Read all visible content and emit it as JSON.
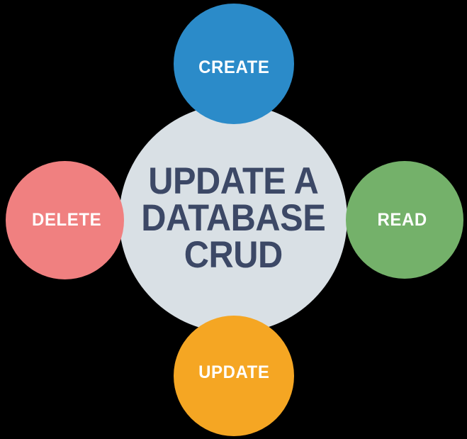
{
  "diagram": {
    "type": "crud-cycle",
    "background_color": "#000000",
    "hub": {
      "name": "center-hub",
      "fill_color": "#d9e0e5",
      "text_color": "#3c4866",
      "lines": [
        "UPDATE A",
        "DATABASE",
        "CRUD"
      ],
      "full_text": "UPDATE A DATABASE CRUD"
    },
    "nodes": [
      {
        "id": "create",
        "label": "CREATE",
        "fill_color": "#2b8bc9",
        "text_color": "#ffffff",
        "position": "top"
      },
      {
        "id": "read",
        "label": "READ",
        "fill_color": "#74b16a",
        "text_color": "#ffffff",
        "position": "right"
      },
      {
        "id": "update",
        "label": "UPDATE",
        "fill_color": "#f5a623",
        "text_color": "#ffffff",
        "position": "bottom"
      },
      {
        "id": "delete",
        "label": "DELETE",
        "fill_color": "#f08080",
        "text_color": "#ffffff",
        "position": "left"
      }
    ]
  }
}
